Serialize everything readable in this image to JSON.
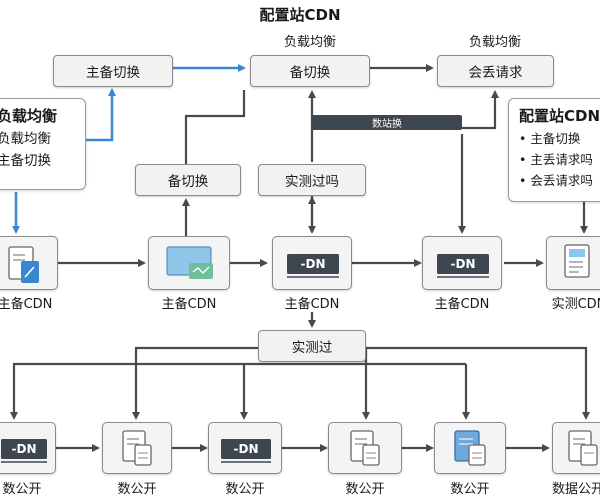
{
  "title": "配置站CDN",
  "headers": {
    "h1": "负载均衡",
    "h2": "负载均衡"
  },
  "top_boxes": {
    "a": "主备切换",
    "b": "备切换",
    "c": "会丢请求"
  },
  "left_panel": {
    "title": "负载均衡",
    "line1": "负载均衡",
    "line2": "主备切换"
  },
  "right_panel": {
    "title": "配置站CDN",
    "items": [
      "主备切换",
      "主丢请求吗",
      "会丢请求吗"
    ]
  },
  "mid_boxes": {
    "a": "备切换",
    "b": "实测过吗"
  },
  "bar_label": "数站换",
  "node_badge": "-DN",
  "row1_labels": [
    "主备CDN",
    "主备CDN",
    "主备CDN",
    "主备CDN",
    "实测CDN"
  ],
  "mid_box": "实测过",
  "row2_labels": [
    "数公开",
    "数公开",
    "数公开",
    "数公开",
    "数公开",
    "数据公开"
  ],
  "colors": {
    "accent_blue": "#3a87d1",
    "arrow_dark": "#4a4a4a",
    "bar_dark": "#3e4650"
  }
}
